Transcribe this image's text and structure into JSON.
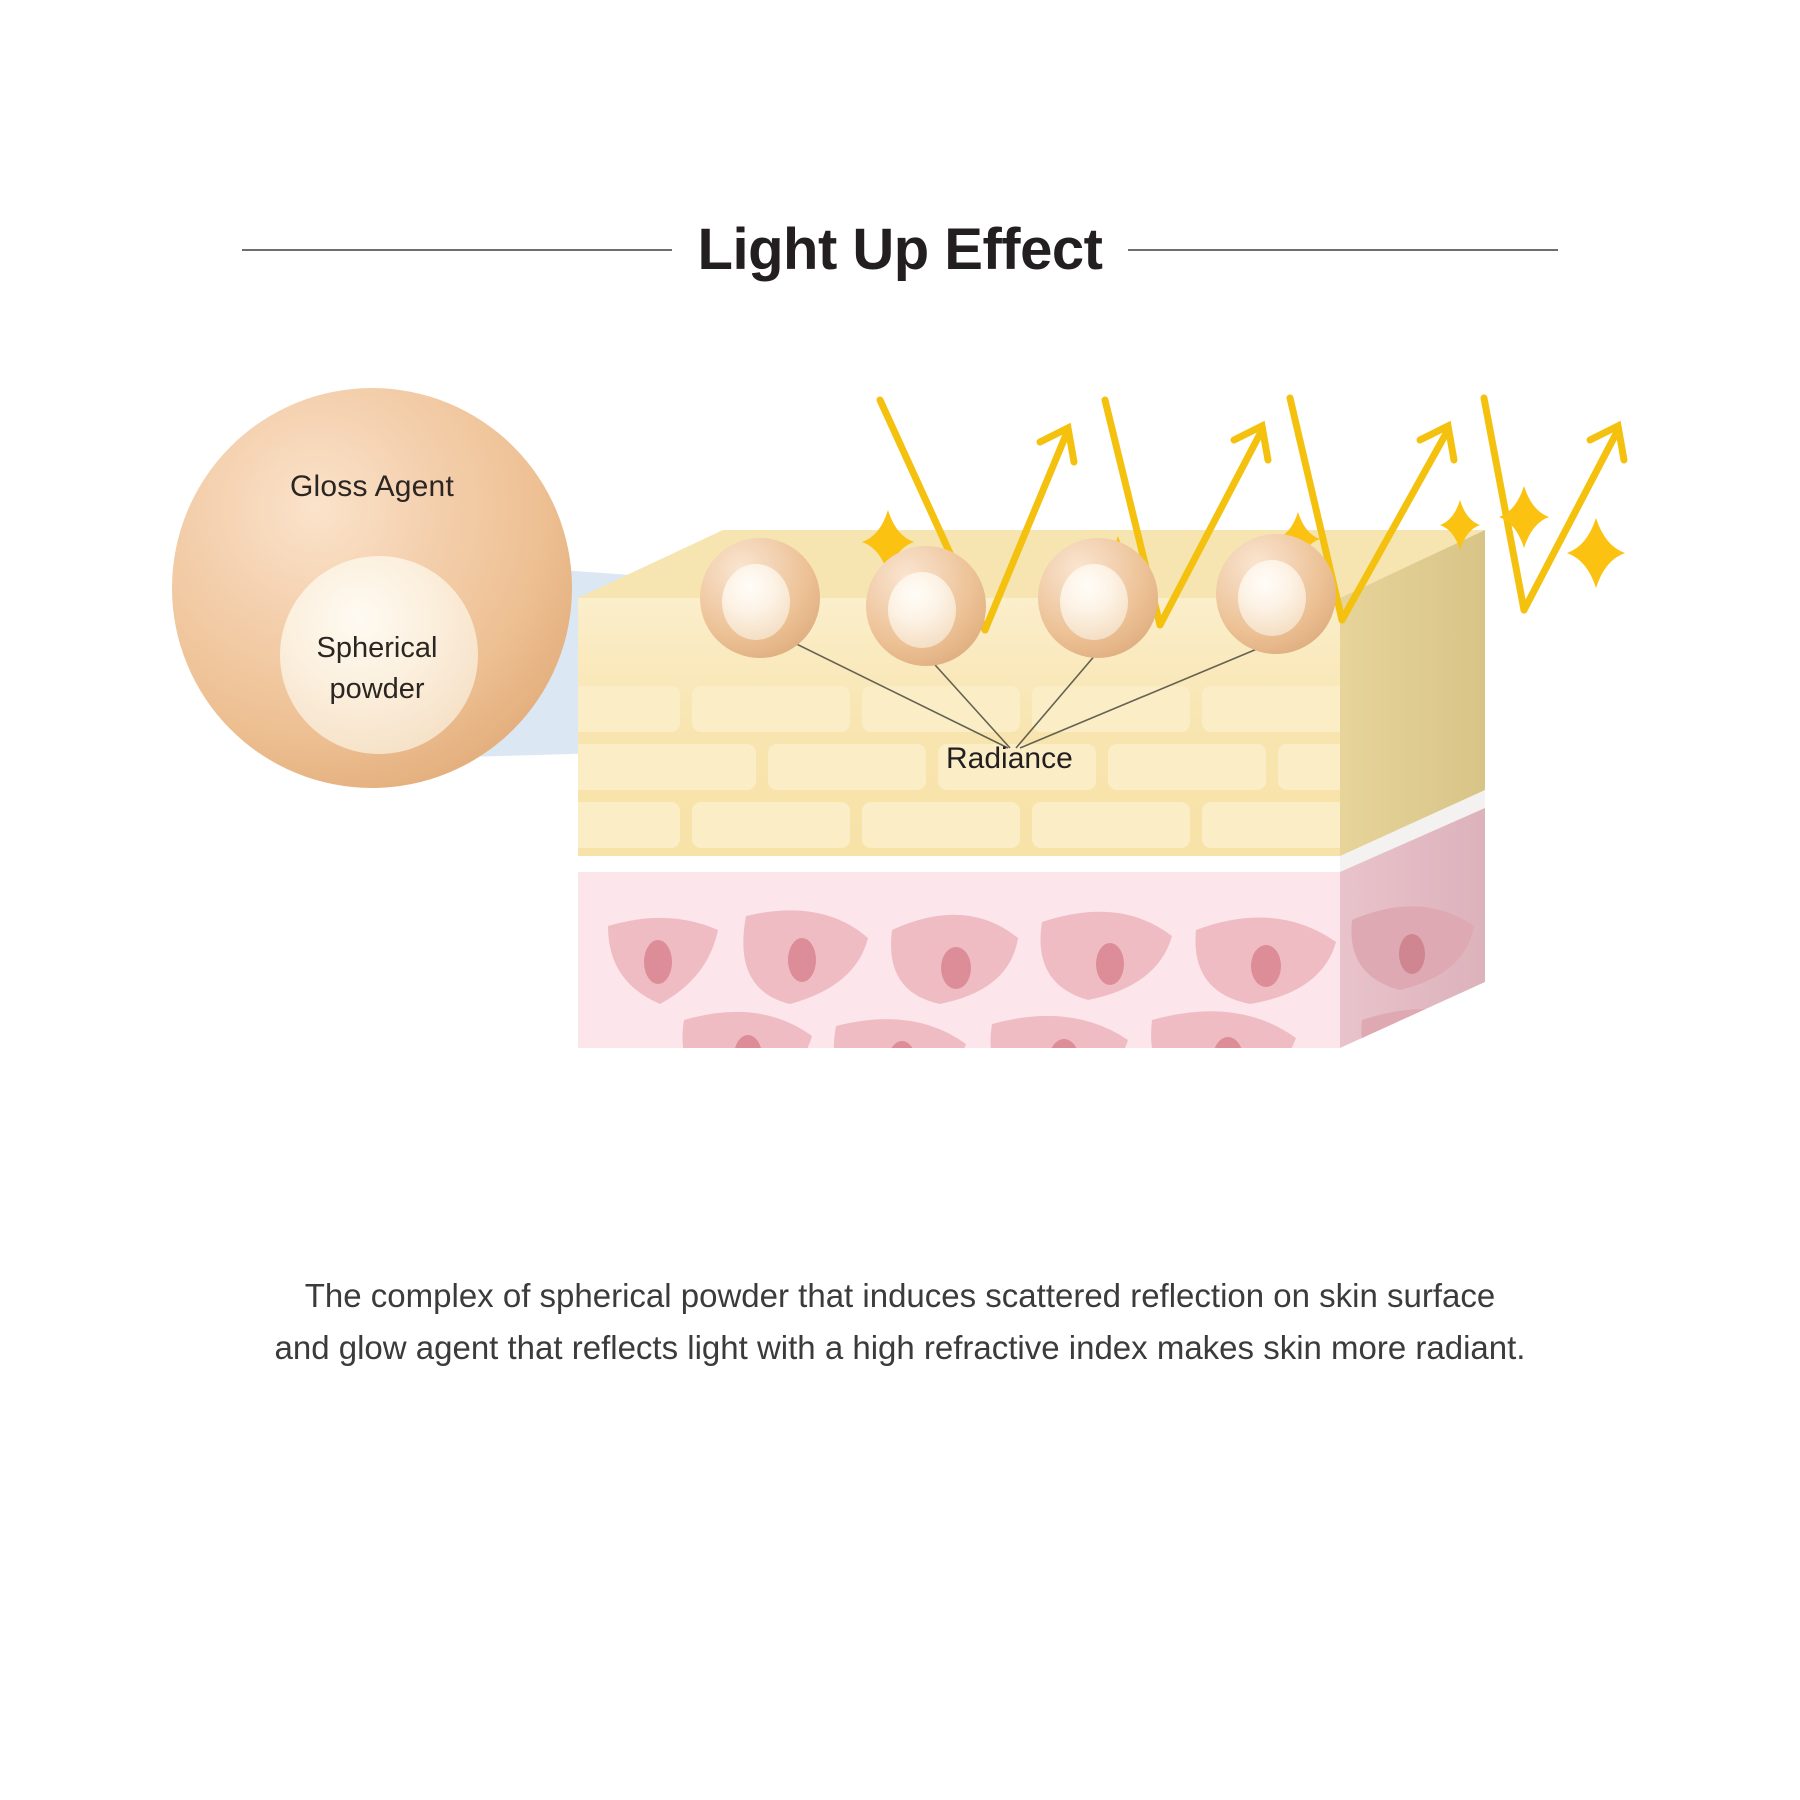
{
  "page": {
    "title": "Light Up Effect",
    "background_color": "#ffffff",
    "title_color": "#231f20",
    "rule_color": "#6d6e71"
  },
  "macro_particle": {
    "outer_label": "Gloss Agent",
    "inner_label_line1": "Spherical",
    "inner_label_line2": "powder",
    "outer_color": "#eec194",
    "inner_color": "#fbeedb"
  },
  "magnifier": {
    "cone_color": "#dae6f3",
    "cone_alpha": "0.75"
  },
  "skin_diagram": {
    "radiance_label": "Radiance",
    "epidermis_color": "#f8e4ae",
    "brick_color": "#fbeec7",
    "dermis_color": "#fbe0e6",
    "cell_color": "#f0bcc4",
    "nucleus_color": "#dd8d97",
    "pearl_outer_color": "#ecc093",
    "pearl_inner_color": "#fdf3e6",
    "pearl_count": 4,
    "leader_line_color": "#4a4a3c"
  },
  "light_rays": {
    "ray_color": "#f5c10f",
    "incoming_count": 4,
    "outgoing_count": 4,
    "sparkle_count": 6,
    "sparkle_color": "#fbc211"
  },
  "caption": {
    "line1": "The complex of spherical powder that induces scattered reflection on skin surface",
    "line2": "and glow agent that reflects light with a high refractive index makes skin more radiant."
  },
  "chart_data": {
    "type": "diagram",
    "title": "Light Up Effect",
    "description": "Cross-section illustration of skin showing spherical powder particles coated with gloss agent scattering incident light on the skin surface to create radiance.",
    "annotations": [
      "Gloss Agent",
      "Spherical powder",
      "Radiance"
    ],
    "layers": [
      {
        "name": "epidermis",
        "color": "#f8e4ae",
        "pattern": "brick"
      },
      {
        "name": "dermis",
        "color": "#fbe0e6",
        "pattern": "cells"
      }
    ]
  }
}
